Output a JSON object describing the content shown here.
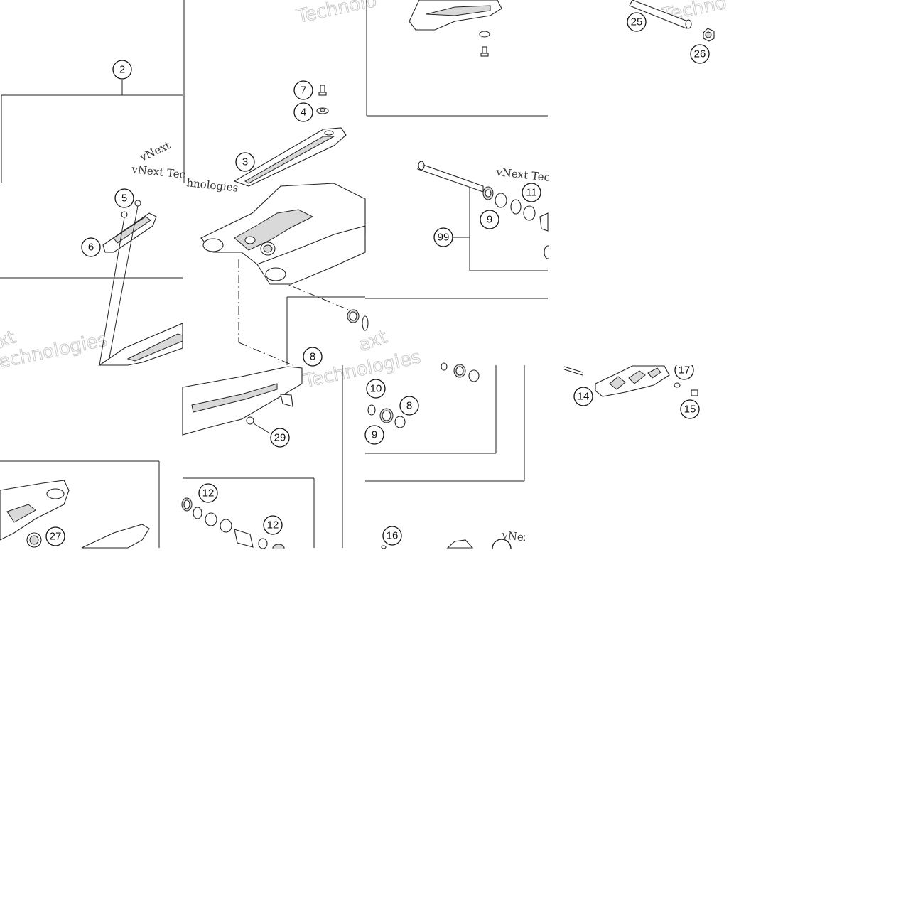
{
  "callouts": [
    {
      "label": "2"
    },
    {
      "label": "7"
    },
    {
      "label": "4"
    },
    {
      "label": "3"
    },
    {
      "label": "25"
    },
    {
      "label": "26"
    },
    {
      "label": "5"
    },
    {
      "label": "6"
    },
    {
      "label": "11"
    },
    {
      "label": "9"
    },
    {
      "label": "99"
    },
    {
      "label": "8"
    },
    {
      "label": "10"
    },
    {
      "label": "8"
    },
    {
      "label": "9"
    },
    {
      "label": "29"
    },
    {
      "label": "17"
    },
    {
      "label": "14"
    },
    {
      "label": "15"
    },
    {
      "label": "12"
    },
    {
      "label": "12"
    },
    {
      "label": "16"
    },
    {
      "label": "27"
    }
  ],
  "watermarks": [
    {
      "text": "vNext Tec"
    },
    {
      "text": "vNext Technologies"
    },
    {
      "text": "hnologies"
    },
    {
      "text": "vNext"
    },
    {
      "text": "vNext"
    },
    {
      "text": "Technolo"
    },
    {
      "text": "Techno"
    },
    {
      "text": "xt"
    },
    {
      "text": "echnologies"
    },
    {
      "text": "ext"
    },
    {
      "text": "Technologies"
    }
  ]
}
